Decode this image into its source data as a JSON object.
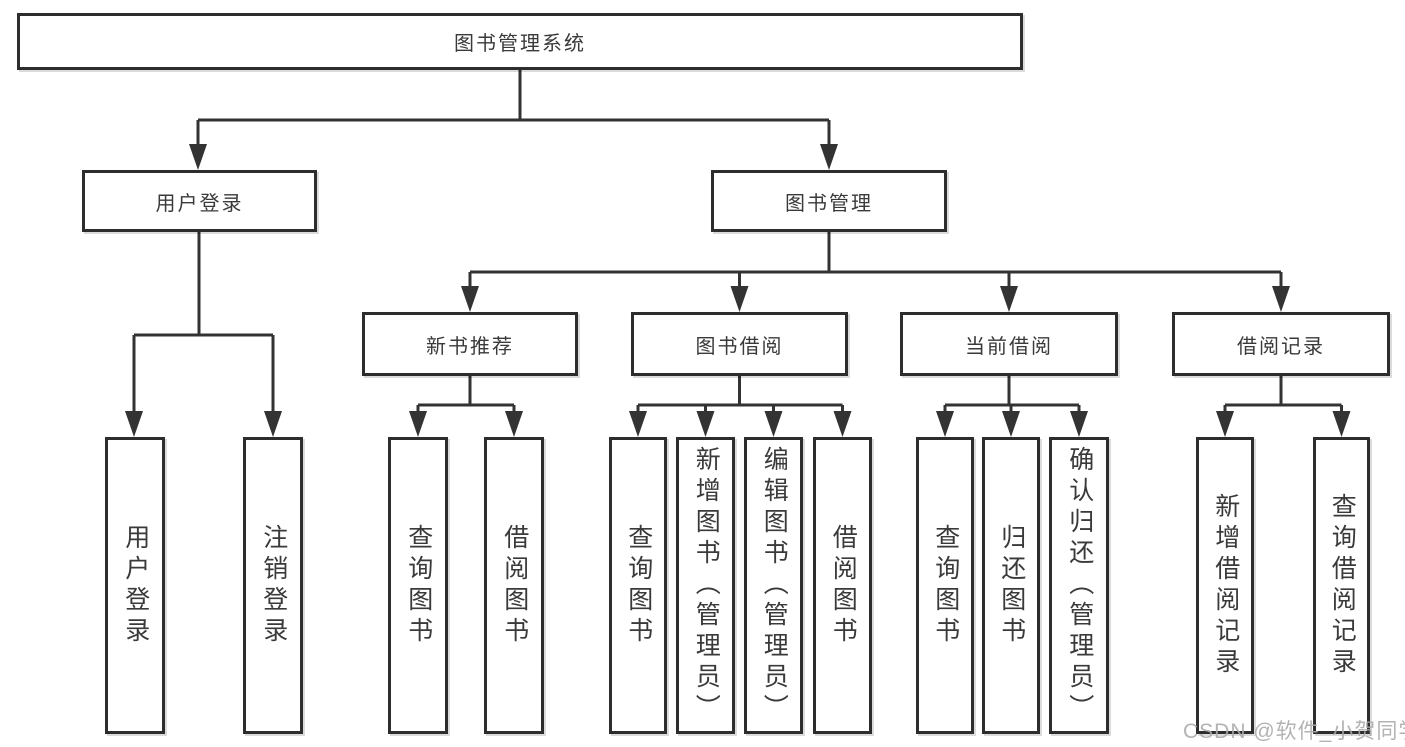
{
  "diagram": {
    "root": {
      "label": "图书管理系统"
    },
    "level2": [
      {
        "label": "用户登录"
      },
      {
        "label": "图书管理"
      }
    ],
    "level3": [
      {
        "label": "新书推荐",
        "parent": "图书管理"
      },
      {
        "label": "图书借阅",
        "parent": "图书管理"
      },
      {
        "label": "当前借阅",
        "parent": "图书管理"
      },
      {
        "label": "借阅记录",
        "parent": "图书管理"
      }
    ],
    "leaves": [
      {
        "label": "用户登录",
        "parent": "用户登录"
      },
      {
        "label": "注销登录",
        "parent": "用户登录"
      },
      {
        "label": "查询图书",
        "parent": "新书推荐"
      },
      {
        "label": "借阅图书",
        "parent": "新书推荐"
      },
      {
        "label": "查询图书",
        "parent": "图书借阅"
      },
      {
        "label": "新增图书（管理员）",
        "parent": "图书借阅"
      },
      {
        "label": "编辑图书（管理员）",
        "parent": "图书借阅"
      },
      {
        "label": "借阅图书",
        "parent": "图书借阅"
      },
      {
        "label": "查询图书",
        "parent": "当前借阅"
      },
      {
        "label": "归还图书",
        "parent": "当前借阅"
      },
      {
        "label": "确认归还（管理员）",
        "parent": "当前借阅"
      },
      {
        "label": "新增借阅记录",
        "parent": "借阅记录"
      },
      {
        "label": "查询借阅记录",
        "parent": "借阅记录"
      }
    ],
    "watermark": "CSDN @软件_小贺同学",
    "colors": {
      "line": "#333333",
      "box_border": "#2d2d2d",
      "text": "#3a3a3a",
      "watermark": "#ababab",
      "background": "#ffffff"
    }
  }
}
